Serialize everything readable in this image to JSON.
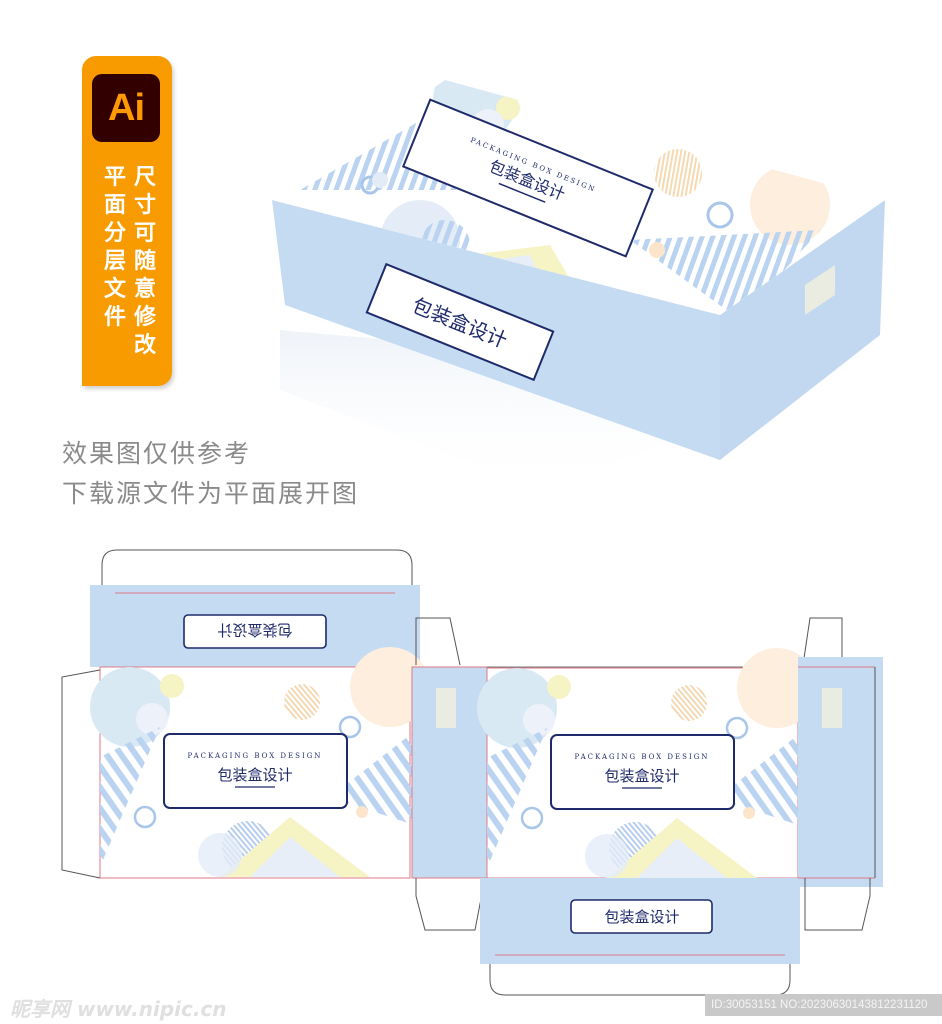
{
  "badge": {
    "app_icon_label": "Ai",
    "column_left": "平面分层文件",
    "column_right": "尺寸可随意修改",
    "bg_color": "#f89b00",
    "icon_bg_color": "#330000"
  },
  "captions": {
    "line1": "效果图仅供参考",
    "line2": "下载源文件为平面展开图"
  },
  "box_design": {
    "title_cn": "包装盒设计",
    "title_en": "PACKAGING BOX DESIGN",
    "mirrored_title": "包装盒设计",
    "colors": {
      "panel_blue": "#c5dbf2",
      "navy": "#1f2a6b",
      "yellow": "#f6f3c4",
      "peach": "#fdeedd",
      "stripe_blue": "#b9d3f0",
      "cut_line": "#555555",
      "fold_line": "#e07a8a"
    }
  },
  "watermark": {
    "site": "昵享网 www.nipic.cn",
    "id_text": "ID:30053151 NO:20230630143812231120"
  }
}
